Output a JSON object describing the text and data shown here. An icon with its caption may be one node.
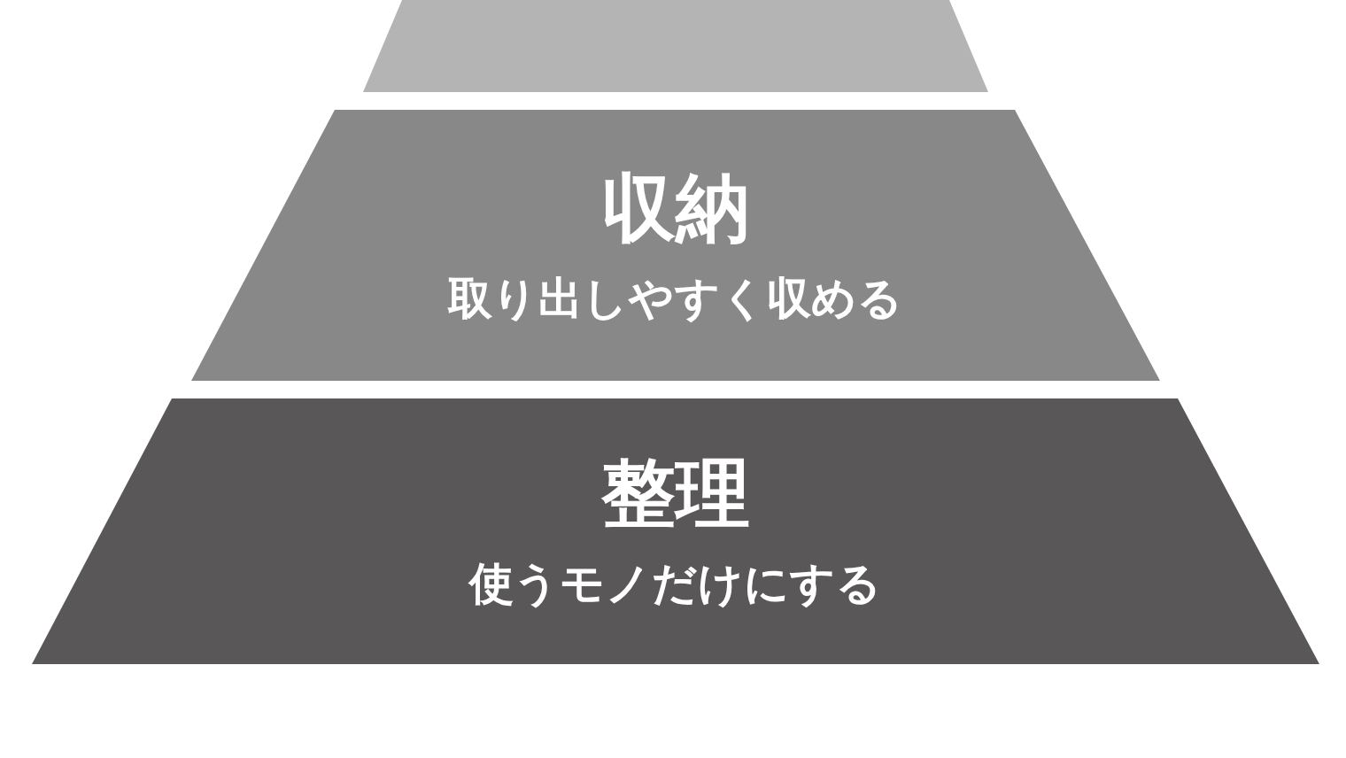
{
  "diagram": {
    "nodes": [
      {
        "text": [],
        "shape": "trapezoid"
      },
      {
        "text": [
          "収納",
          "取り出しやすく収める"
        ]
      },
      {
        "text": [
          "整理",
          "使うモノだけにする"
        ]
      }
    ]
  }
}
